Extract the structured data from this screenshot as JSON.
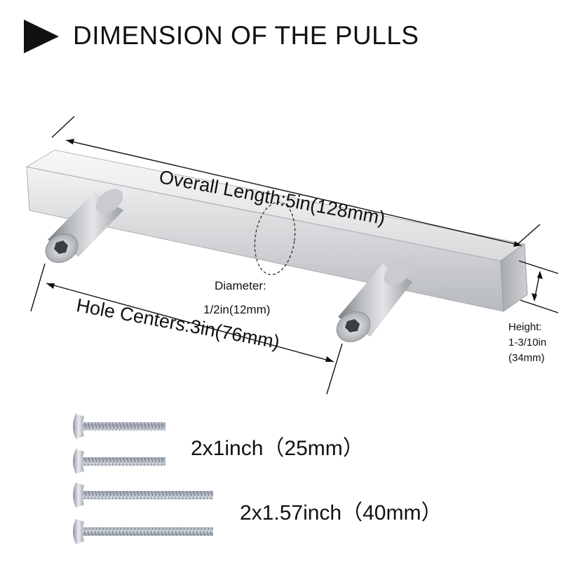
{
  "header": {
    "title": "DIMENSION OF THE PULLS",
    "arrow_icon": "triangle-right-icon"
  },
  "dimensions": {
    "overall_length": "Overall Length:5in(128mm)",
    "hole_centers": "Hole Centers:3in(76mm)",
    "diameter_label": "Diameter:",
    "diameter_value": "1/2in(12mm)",
    "height_label": "Height:",
    "height_value_in": "1-3/10in",
    "height_value_mm": "(34mm)"
  },
  "screws": {
    "short_label": "2x1inch（25mm）",
    "long_label": "2x1.57inch（40mm）"
  },
  "colors": {
    "steel_light": "#e6e7e9",
    "steel_mid": "#c4c6c9",
    "steel_dark": "#8e9196",
    "text": "#111111"
  }
}
